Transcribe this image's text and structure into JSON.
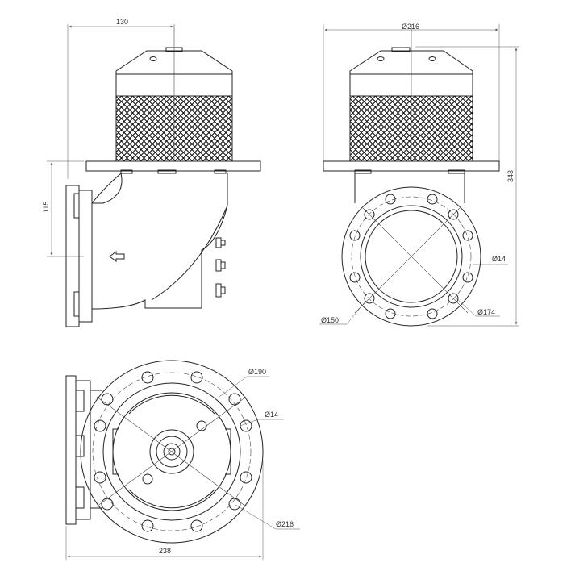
{
  "dimensions": {
    "side_width": "130",
    "side_flange_height": "115",
    "front_diameter": "Ø216",
    "front_height": "343",
    "front_hole": "Ø14",
    "front_bolt_circle": "Ø174",
    "front_bore": "Ø150",
    "bottom_bolt_circle": "Ø190",
    "bottom_hole": "Ø14",
    "bottom_outer": "Ø216",
    "bottom_width": "238"
  },
  "icons": {
    "flow_direction": "left-arrow-icon"
  }
}
